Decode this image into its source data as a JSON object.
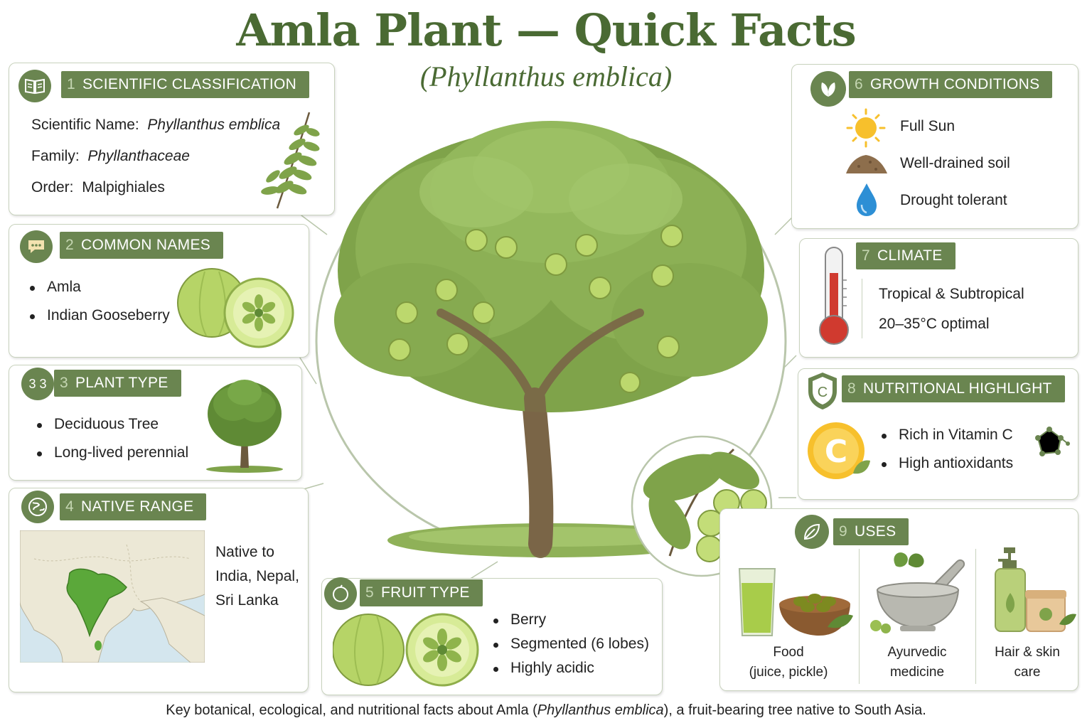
{
  "title": "Amla Plant — Quick Facts",
  "subtitle": "(Phyllanthus emblica)",
  "colors": {
    "accent": "#6a8550",
    "title": "#4a6a33",
    "leaf": "#7fa34a",
    "fruit": "#b5d36a"
  },
  "sections": {
    "classification": {
      "number": "1",
      "heading": "SCIENTIFIC CLASSIFICATION",
      "icon": "book-icon",
      "sci_label": "Scientific Name:",
      "sci_value": "Phyllanthus emblica",
      "family_label": "Family:",
      "family_value": "Phyllanthaceae",
      "order_label": "Order:",
      "order_value": "Malpighiales"
    },
    "common_names": {
      "number": "2",
      "heading": "COMMON NAMES",
      "icon": "speech-bubble-icon",
      "items": [
        "Amla",
        "Indian Gooseberry"
      ]
    },
    "plant_type": {
      "number": "3",
      "heading": "PLANT TYPE",
      "icon": "chat-bubble-icon",
      "badge_text": "3 3",
      "items": [
        "Deciduous Tree",
        "Long-lived perennial"
      ]
    },
    "native_range": {
      "number": "4",
      "heading": "NATIVE RANGE",
      "icon": "globe-icon",
      "line1": "Native to",
      "line2": "India, Nepal,",
      "line3": "Sri Lanka"
    },
    "fruit_type": {
      "number": "5",
      "heading": "FRUIT TYPE",
      "icon": "fruit-icon",
      "items": [
        "Berry",
        "Segmented (6 lobes)",
        "Highly acidic"
      ]
    },
    "growth": {
      "number": "6",
      "heading": "GROWTH CONDITIONS",
      "icon": "leaf-icon",
      "sun": "Full Sun",
      "soil": "Well-drained soil",
      "water": "Drought tolerant"
    },
    "climate": {
      "number": "7",
      "heading": "CLIMATE",
      "icon": "thermometer-icon",
      "line1": "Tropical & Subtropical",
      "line2": "20–35°C optimal"
    },
    "nutrition": {
      "number": "8",
      "heading": "NUTRITIONAL HIGHLIGHT",
      "icon": "shield-icon",
      "letter": "C",
      "items": [
        "Rich in Vitamin C",
        "High antioxidants"
      ]
    },
    "uses": {
      "number": "9",
      "heading": "USES",
      "icon": "leaf-icon",
      "food_line1": "Food",
      "food_line2": "(juice, pickle)",
      "ayur_line1": "Ayurvedic",
      "ayur_line2": "medicine",
      "hair_line1": "Hair & skin",
      "hair_line2": "care"
    }
  },
  "caption": {
    "before": "Key botanical, ecological, and nutritional facts about Amla (",
    "italic": "Phyllanthus emblica",
    "after": "), a fruit-bearing tree native to South Asia."
  }
}
